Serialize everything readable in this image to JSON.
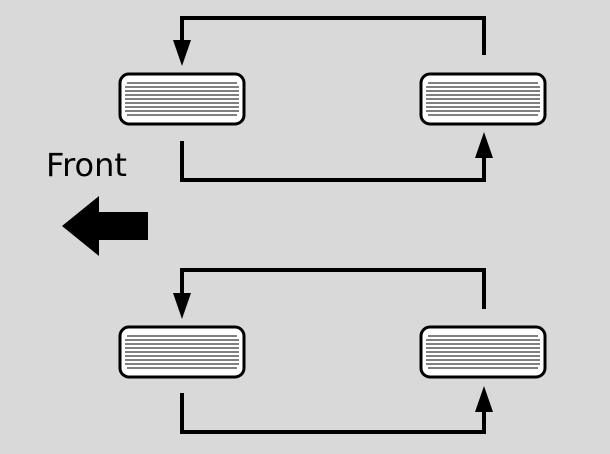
{
  "direction_label": "Front",
  "colors": {
    "background": "#d9d9d9",
    "tire_fill": "#ffffff",
    "stroke": "#000000"
  },
  "rotation_groups": [
    {
      "tires": [
        "front-left",
        "rear-left"
      ]
    },
    {
      "tires": [
        "front-right",
        "rear-right"
      ]
    }
  ]
}
